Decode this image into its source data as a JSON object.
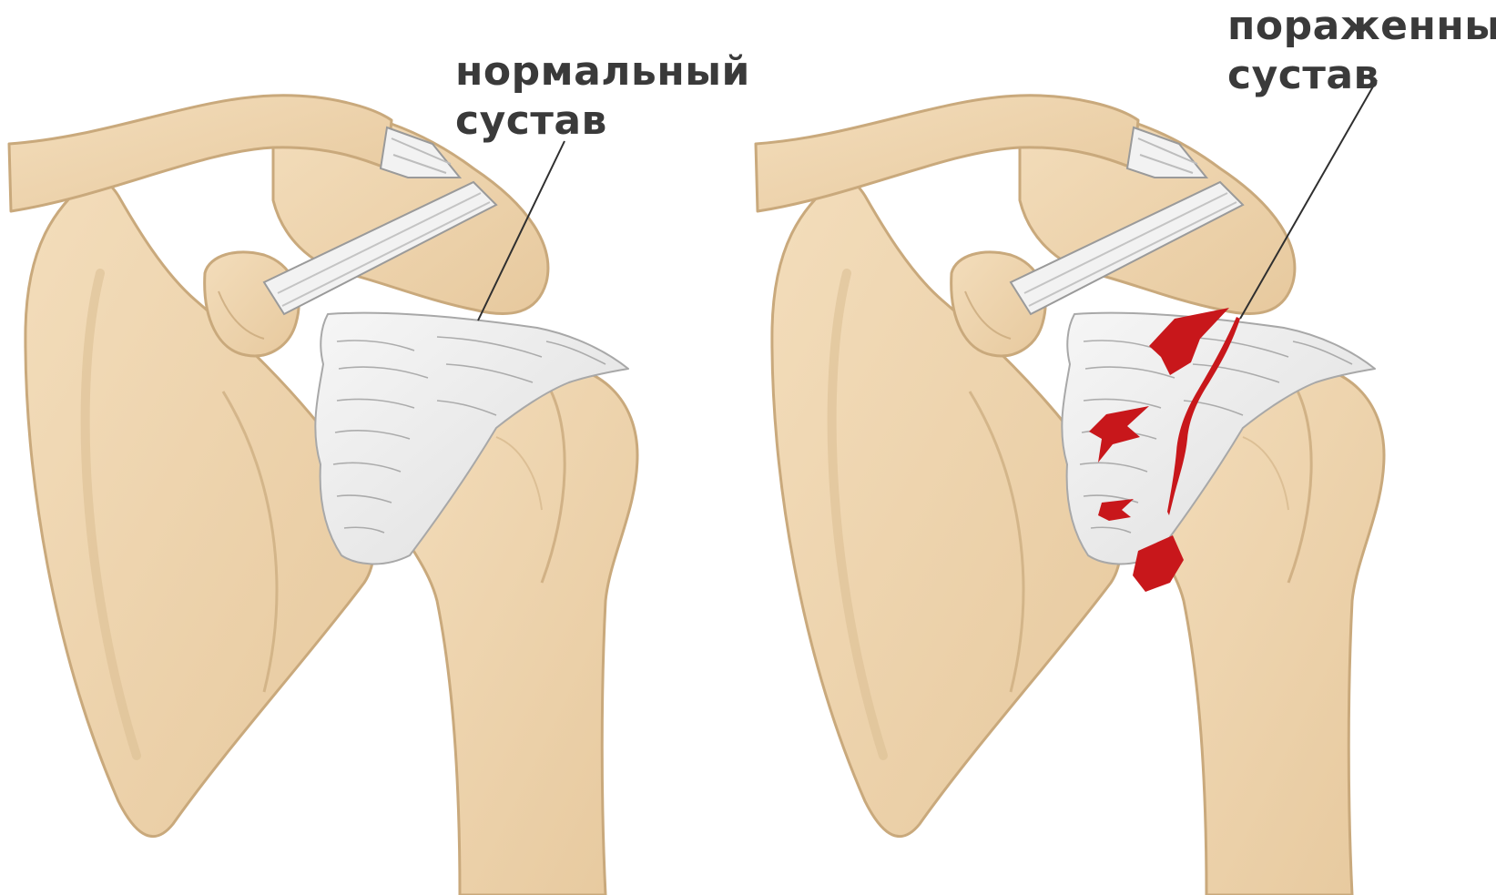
{
  "labels": {
    "normal": {
      "line1": "нормальный",
      "line2": "сустав"
    },
    "affected": {
      "line1": "пораженный",
      "line2": "сустав"
    }
  },
  "colors": {
    "bone": "#eed4ae",
    "bone_shadow": "#dcbf95",
    "bone_outline": "#c9a97c",
    "capsule": "#ebebeb",
    "capsule_shadow": "#cfcfcf",
    "lesion": "#c8171b",
    "text": "#3a3a3a"
  },
  "icons": [
    "shoulder-joint-normal",
    "shoulder-joint-damaged"
  ]
}
